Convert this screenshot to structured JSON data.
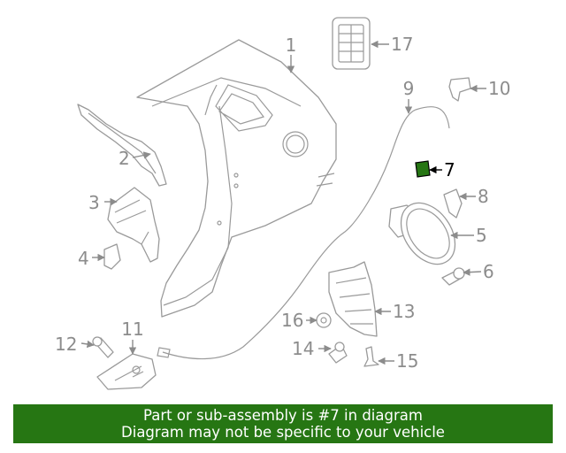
{
  "diagram": {
    "callouts": [
      "1",
      "2",
      "3",
      "4",
      "5",
      "6",
      "7",
      "8",
      "9",
      "10",
      "11",
      "12",
      "13",
      "14",
      "15",
      "16",
      "17"
    ],
    "highlighted_part": "7",
    "highlight_color": "#267613"
  },
  "banner": {
    "line1": "Part or sub-assembly is #7 in diagram",
    "line2": "Diagram may not be specific to your vehicle",
    "background": "#267613",
    "text_color": "#ffffff"
  }
}
